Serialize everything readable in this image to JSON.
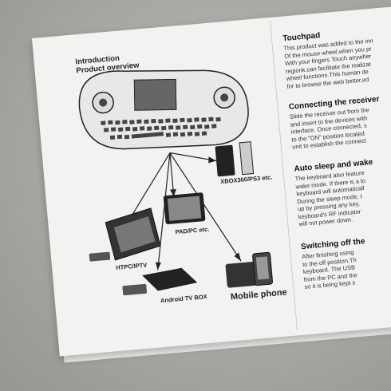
{
  "left_page": {
    "intro_title": "Introduction",
    "intro_subtitle": "Product overview",
    "devices": {
      "xbox": "XBOX360/PS3 etc.",
      "htpc": "HTPC/IPTV",
      "pad": "PAD/PC etc.",
      "android": "Android TV BOX",
      "mobile": "Mobile phone"
    }
  },
  "right_page": {
    "touchpad": {
      "title": "Touchpad",
      "lines": [
        "This product was added to the inn",
        "Of the mouse wheel,when you pr",
        "With your fingers Touch anywher",
        "regionk.can facilitate the realizat",
        "wheel functions.This human de",
        "for to browse the web better,ed"
      ]
    },
    "receiver": {
      "title": "Connecting the receiver",
      "lines": [
        "Slide the receiver out from the",
        "and insert to the devices with",
        "interface. Once connected, s",
        "to the \"ON\" position located",
        "unit to establish the connect"
      ]
    },
    "sleep": {
      "title": "Auto sleep and wake",
      "lines": [
        "The keyboard also feature",
        "wake mode. If there is a lo",
        "keyboard will automaticall",
        "During the sleep mode, t",
        "up by pressing any key.",
        "keyboard's RF indicator",
        "will not power down."
      ]
    },
    "switching": {
      "title": "Switching off the",
      "lines": [
        "After finishing using",
        "to the off position.Th",
        "keyboard. The USB",
        "from the PC and the",
        "so it is being kept s"
      ]
    }
  }
}
